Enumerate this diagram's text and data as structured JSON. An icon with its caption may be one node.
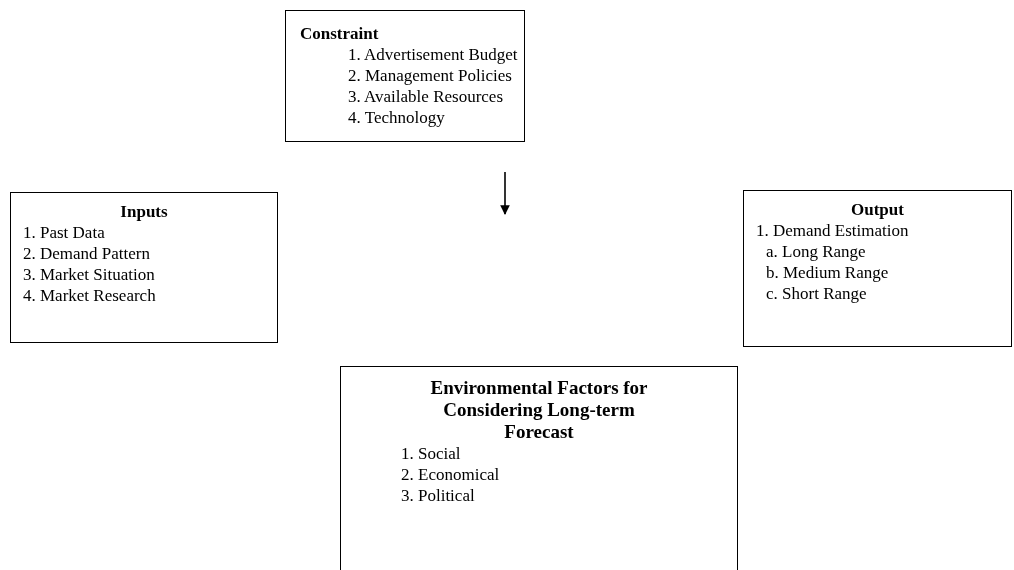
{
  "diagram": {
    "nodes": [
      {
        "text": [
          "Constraint",
          "1. Advertisement Budget",
          "2. Management Policies",
          "3. Available Resources",
          "4. Technology"
        ]
      },
      {
        "text": [
          "Inputs",
          "1. Past Data",
          "2. Demand Pattern",
          "3. Market Situation",
          "4. Market Research"
        ]
      },
      {
        "text": [
          "Output",
          "1. Demand Estimation",
          "a. Long Range",
          "b. Medium Range",
          "c. Short Range"
        ]
      },
      {
        "text": [
          "Environmental Factors for Considering Long-term Forecast",
          "1. Social",
          "2. Economical",
          "3. Political"
        ]
      }
    ]
  }
}
